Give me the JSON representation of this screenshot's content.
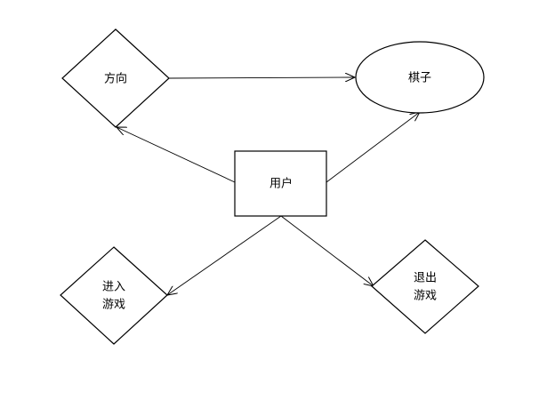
{
  "nodes": {
    "direction": {
      "label": "方向"
    },
    "piece": {
      "label": "棋子"
    },
    "user": {
      "label": "用户"
    },
    "enter_game": {
      "line1": "进入",
      "line2": "游戏"
    },
    "exit_game": {
      "line1": "退出",
      "line2": "游戏"
    }
  },
  "edges": [
    {
      "from": "direction",
      "to": "piece"
    },
    {
      "from": "user",
      "to": "direction"
    },
    {
      "from": "user",
      "to": "piece"
    },
    {
      "from": "user",
      "to": "enter_game"
    },
    {
      "from": "user",
      "to": "exit_game"
    }
  ],
  "colors": {
    "stroke": "#000000",
    "fill": "#ffffff"
  }
}
